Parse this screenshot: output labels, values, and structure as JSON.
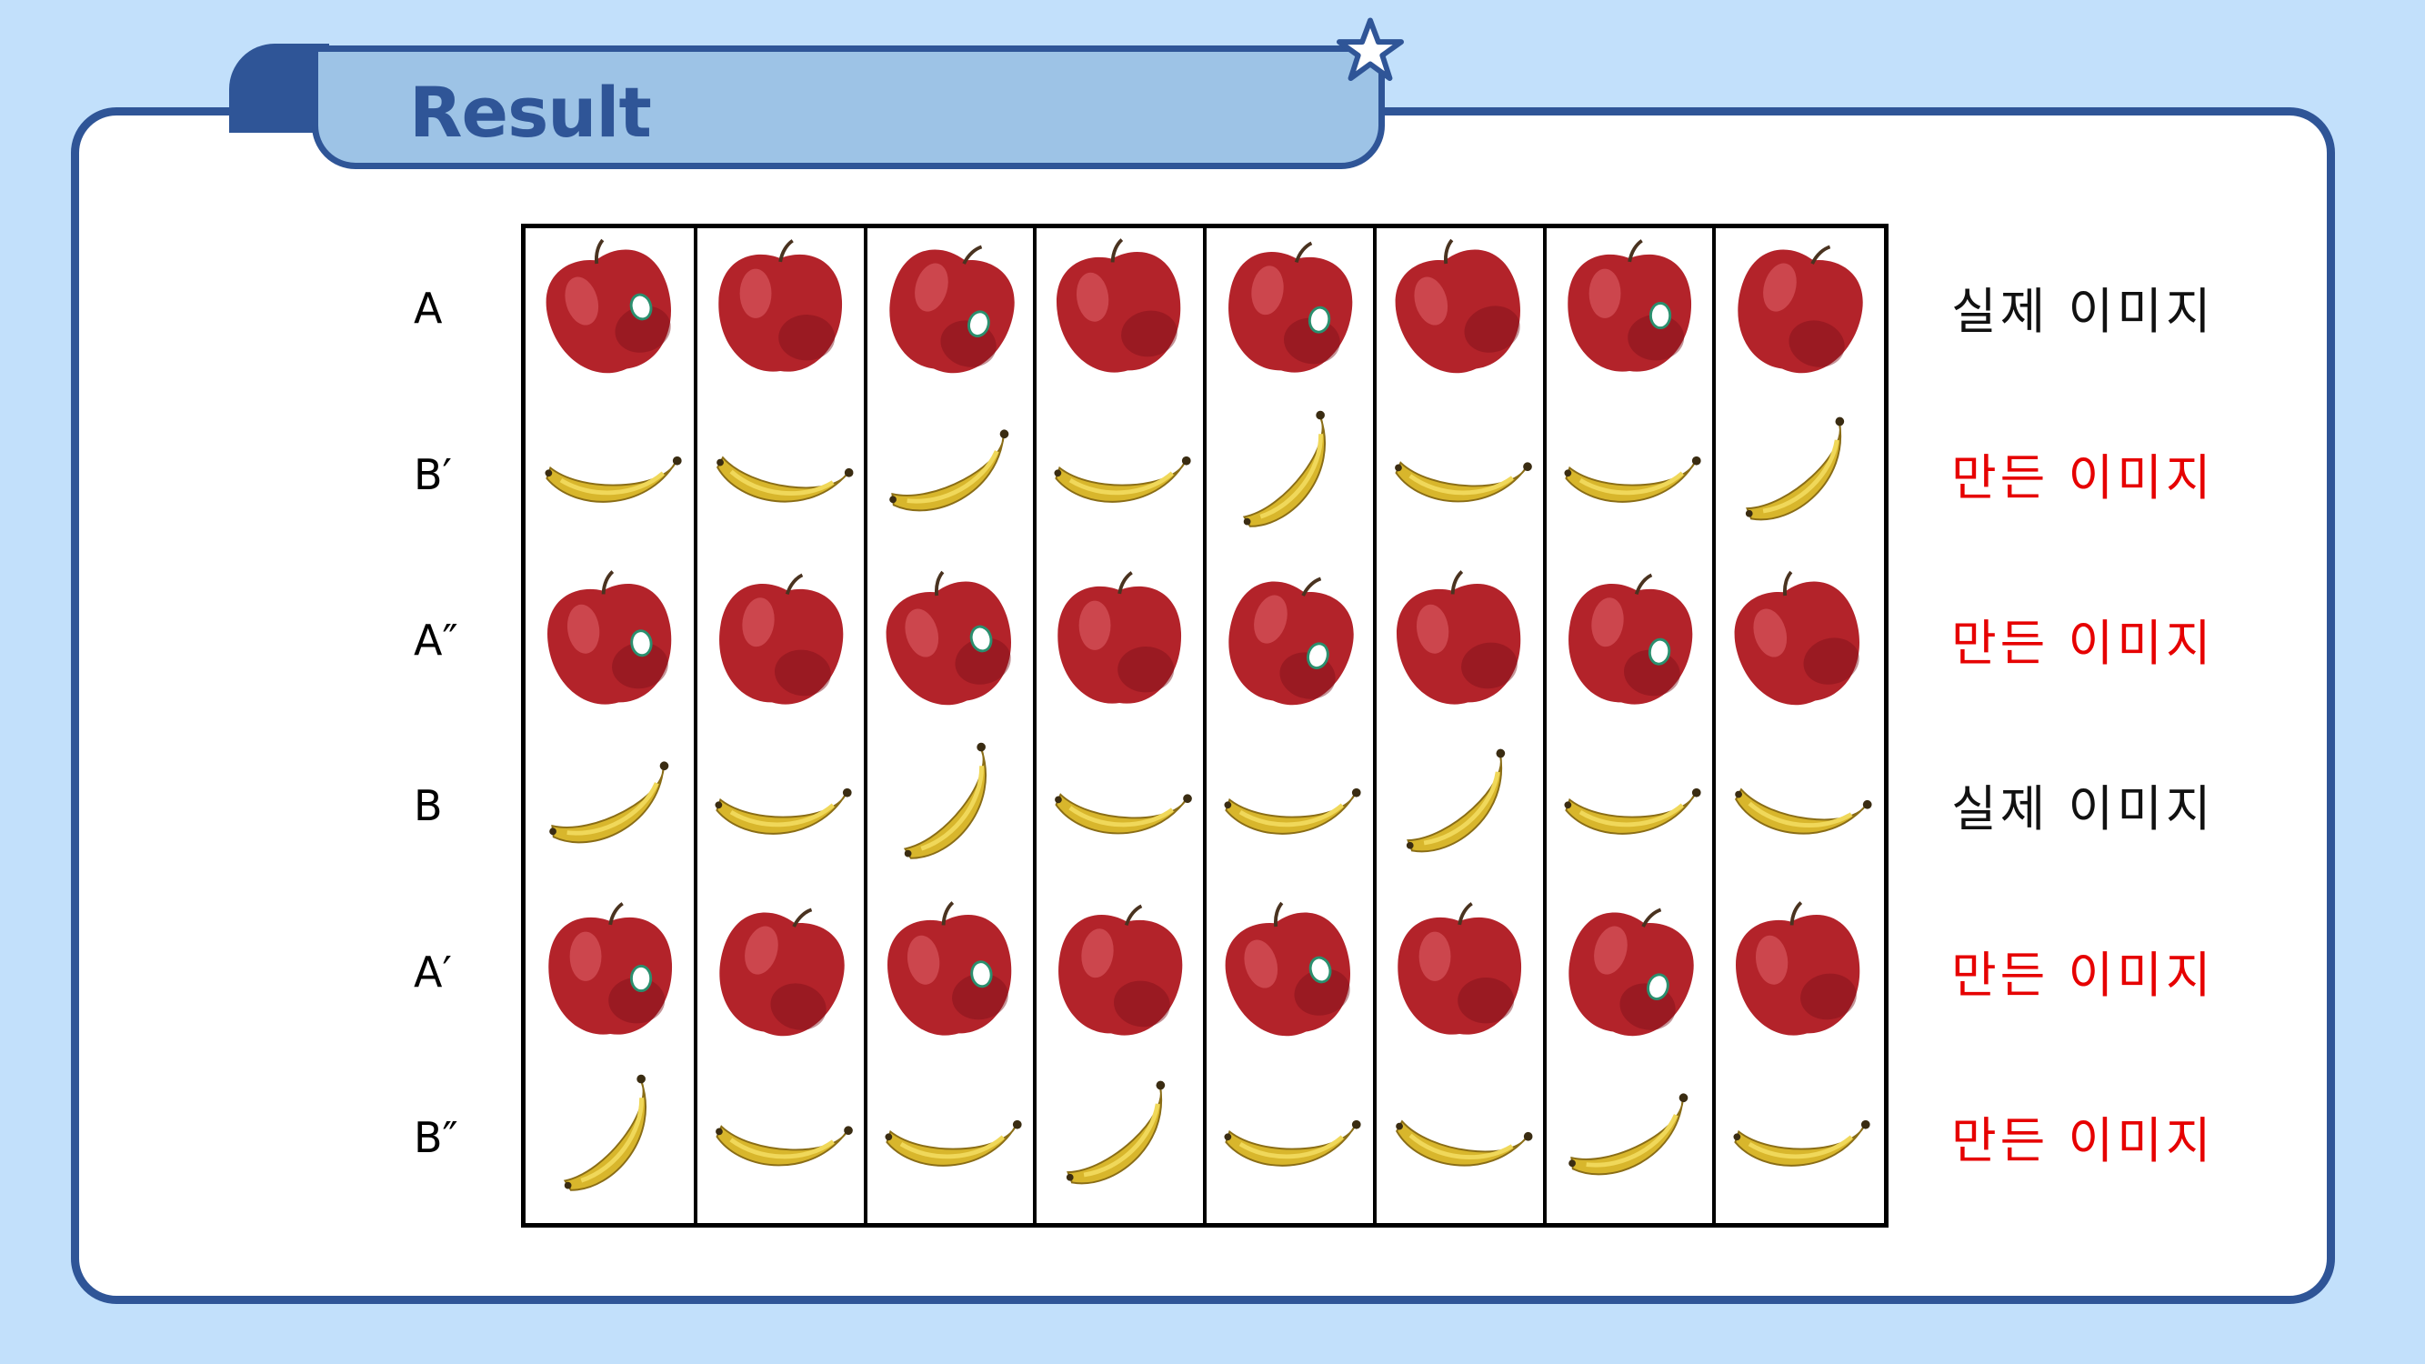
{
  "header": {
    "title": "Result"
  },
  "colors": {
    "background": "#c2e0fb",
    "frame": "#2f5597",
    "tab_fill": "#9dc3e6",
    "real_label": "#111111",
    "generated_label": "#e60000",
    "apple": "#b3232a",
    "banana": "#d8b62c"
  },
  "rows": [
    {
      "label": "A",
      "desc": "실제 이미지",
      "kind": "apple",
      "generated": false
    },
    {
      "label": "B′",
      "desc": "만든 이미지",
      "kind": "banana",
      "generated": true
    },
    {
      "label": "A″",
      "desc": "만든 이미지",
      "kind": "apple",
      "generated": true
    },
    {
      "label": "B",
      "desc": "실제 이미지",
      "kind": "banana",
      "generated": false
    },
    {
      "label": "A′",
      "desc": "만든 이미지",
      "kind": "apple",
      "generated": true
    },
    {
      "label": "B″",
      "desc": "만든 이미지",
      "kind": "banana",
      "generated": true
    }
  ],
  "columns": 8,
  "icons": {
    "decoration": "star-icon",
    "apple": "apple-icon",
    "banana": "banana-icon"
  }
}
